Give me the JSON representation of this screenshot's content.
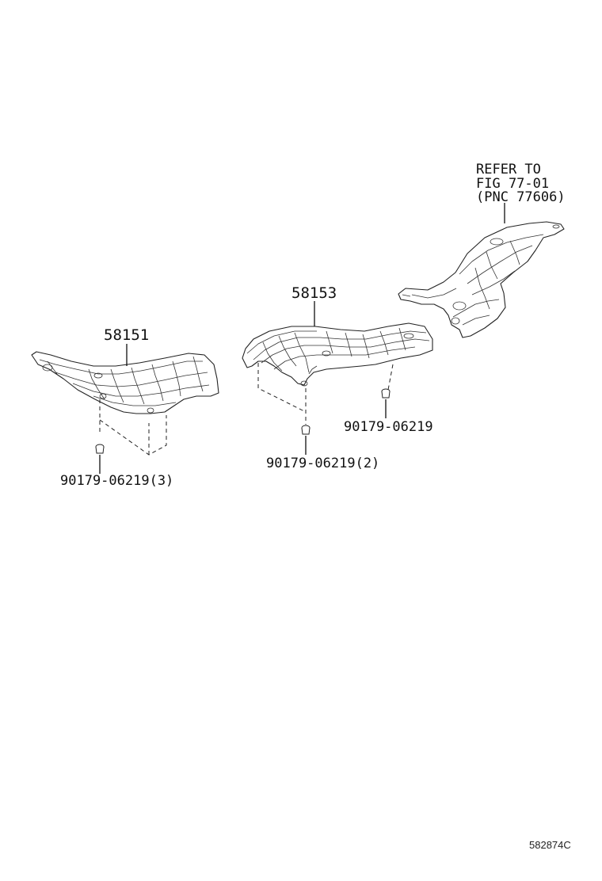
{
  "callouts": {
    "heat_insulator_front": "58151",
    "heat_insulator_center": "58153",
    "clip_front_qty": "90179-06219(3)",
    "clip_center_qty": "90179-06219(2)",
    "clip_center_single": "90179-06219"
  },
  "reference_note": {
    "line1": "REFER TO",
    "line2": "FIG 77-01",
    "line3": "(PNC 77606)"
  },
  "figure_code": "582874C"
}
